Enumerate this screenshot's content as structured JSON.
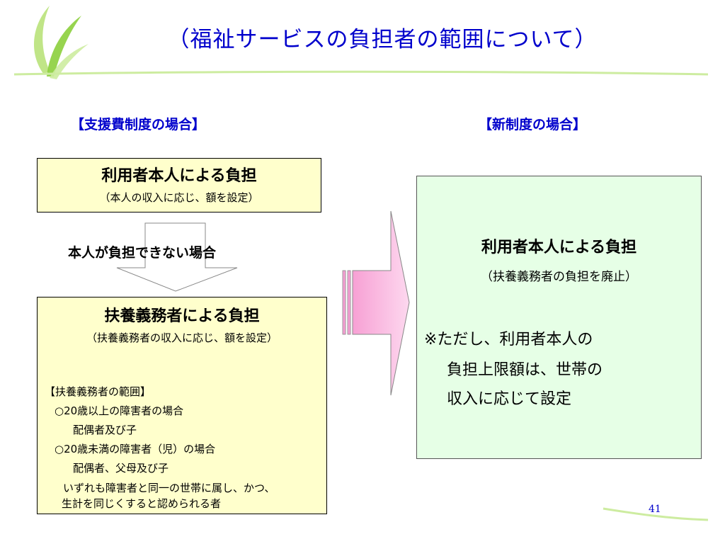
{
  "title": "（福祉サービスの負担者の範囲について）",
  "left": {
    "heading": "【支援費制度の場合】",
    "box1": {
      "title": "利用者本人による負担",
      "sub": "（本人の収入に応じ、額を設定）"
    },
    "arrow_label": "本人が負担できない場合",
    "box2": {
      "title": "扶養義務者による負担",
      "sub": "（扶養義務者の収入に応じ、額を設定）",
      "scope_heading": "【扶養義務者の範囲】",
      "item1": "○20歳以上の障害者の場合",
      "item1_sub": "配偶者及び子",
      "item2": "○20歳未満の障害者（児）の場合",
      "item2_sub": "配偶者、父母及び子",
      "note_line1": "いずれも障害者と同一の世帯に属し、かつ、",
      "note_line2": "生計を同じくすると認められる者"
    }
  },
  "right": {
    "heading": "【新制度の場合】",
    "title": "利用者本人による負担",
    "sub": "（扶養義務者の負担を廃止）",
    "note_line1": "※ただし、利用者本人の",
    "note_line2": "負担上限額は、世帯の",
    "note_line3": "収入に応じて設定"
  },
  "page_number": "41",
  "colors": {
    "title": "#0000cc",
    "yellow_box": "#ffffcc",
    "green_box": "#e6ffe6",
    "arrow_fill": "#f8b8e0",
    "leaf": "#8ccf3c"
  }
}
